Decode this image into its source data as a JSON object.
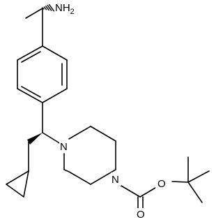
{
  "molecule": {
    "atoms": {
      "amine": {
        "label": "NH",
        "subscript": "2"
      },
      "piperazine_n1": {
        "label": "N"
      },
      "piperazine_n4": {
        "label": "N"
      },
      "ester_oxygen": {
        "label": "O"
      },
      "carbonyl_oxygen": {
        "label": "O"
      }
    },
    "stereo": {
      "amine_center": "hashed-wedge",
      "benzylic_center": "solid-wedge"
    },
    "colors": {
      "bonds": "#000000",
      "labels": "#000000",
      "background": "#ffffff"
    }
  }
}
